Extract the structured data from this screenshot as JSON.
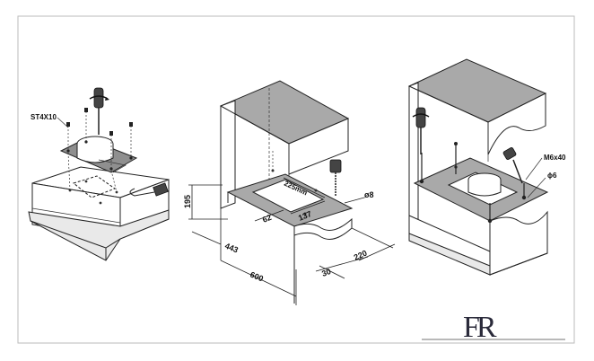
{
  "figure_1": {
    "screw_label": "ST4X10"
  },
  "figure_2": {
    "dim_height": "195",
    "dim_cutout_width": "225mm",
    "dim_hole": "ø8",
    "dim_offset_62": "62",
    "dim_cutout_depth": "137",
    "dim_443": "443",
    "dim_220": "220",
    "dim_30": "30",
    "dim_600": "600"
  },
  "figure_3": {
    "bolt_label": "M6x40",
    "diameter_label": "ϕ6"
  },
  "logo": {
    "text": "FR"
  },
  "colors": {
    "line": "#222222",
    "shelf": "#a9a9a9",
    "surface": "#8f8f8f"
  }
}
